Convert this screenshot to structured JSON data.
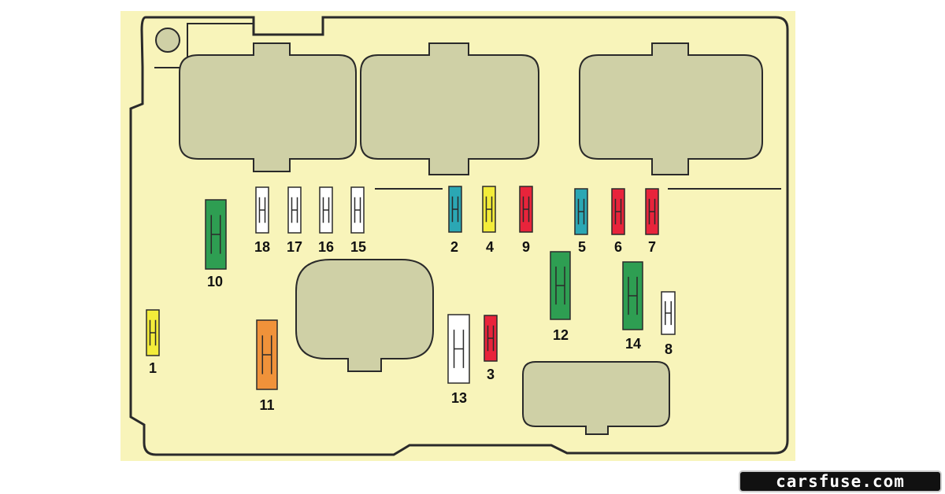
{
  "colors": {
    "background": "#f8f4ba",
    "outline": "#2a2a2a",
    "relay": "#cfd0a6",
    "green": "#2e9e52",
    "yellow": "#f3ec3a",
    "red": "#e8243b",
    "blue": "#2ba7b4",
    "orange": "#f0923a",
    "white": "#ffffff"
  },
  "fuses": [
    {
      "id": "f1",
      "label": "1",
      "color": "yellow",
      "size": "mini"
    },
    {
      "id": "f2",
      "label": "2",
      "color": "blue",
      "size": "mini"
    },
    {
      "id": "f3",
      "label": "3",
      "color": "red",
      "size": "mini"
    },
    {
      "id": "f4",
      "label": "4",
      "color": "yellow",
      "size": "mini"
    },
    {
      "id": "f5",
      "label": "5",
      "color": "blue",
      "size": "mini"
    },
    {
      "id": "f6",
      "label": "6",
      "color": "red",
      "size": "mini"
    },
    {
      "id": "f7",
      "label": "7",
      "color": "red",
      "size": "mini"
    },
    {
      "id": "f8",
      "label": "8",
      "color": "white",
      "size": "mini"
    },
    {
      "id": "f9",
      "label": "9",
      "color": "red",
      "size": "mini"
    },
    {
      "id": "f10",
      "label": "10",
      "color": "green",
      "size": "maxi"
    },
    {
      "id": "f11",
      "label": "11",
      "color": "orange",
      "size": "maxi"
    },
    {
      "id": "f12",
      "label": "12",
      "color": "green",
      "size": "maxi"
    },
    {
      "id": "f13",
      "label": "13",
      "color": "white",
      "size": "maxi"
    },
    {
      "id": "f14",
      "label": "14",
      "color": "green",
      "size": "maxi"
    },
    {
      "id": "f15",
      "label": "15",
      "color": "white",
      "size": "mini"
    },
    {
      "id": "f16",
      "label": "16",
      "color": "white",
      "size": "mini"
    },
    {
      "id": "f17",
      "label": "17",
      "color": "white",
      "size": "mini"
    },
    {
      "id": "f18",
      "label": "18",
      "color": "white",
      "size": "mini"
    }
  ],
  "watermark": "carsfuse.com"
}
